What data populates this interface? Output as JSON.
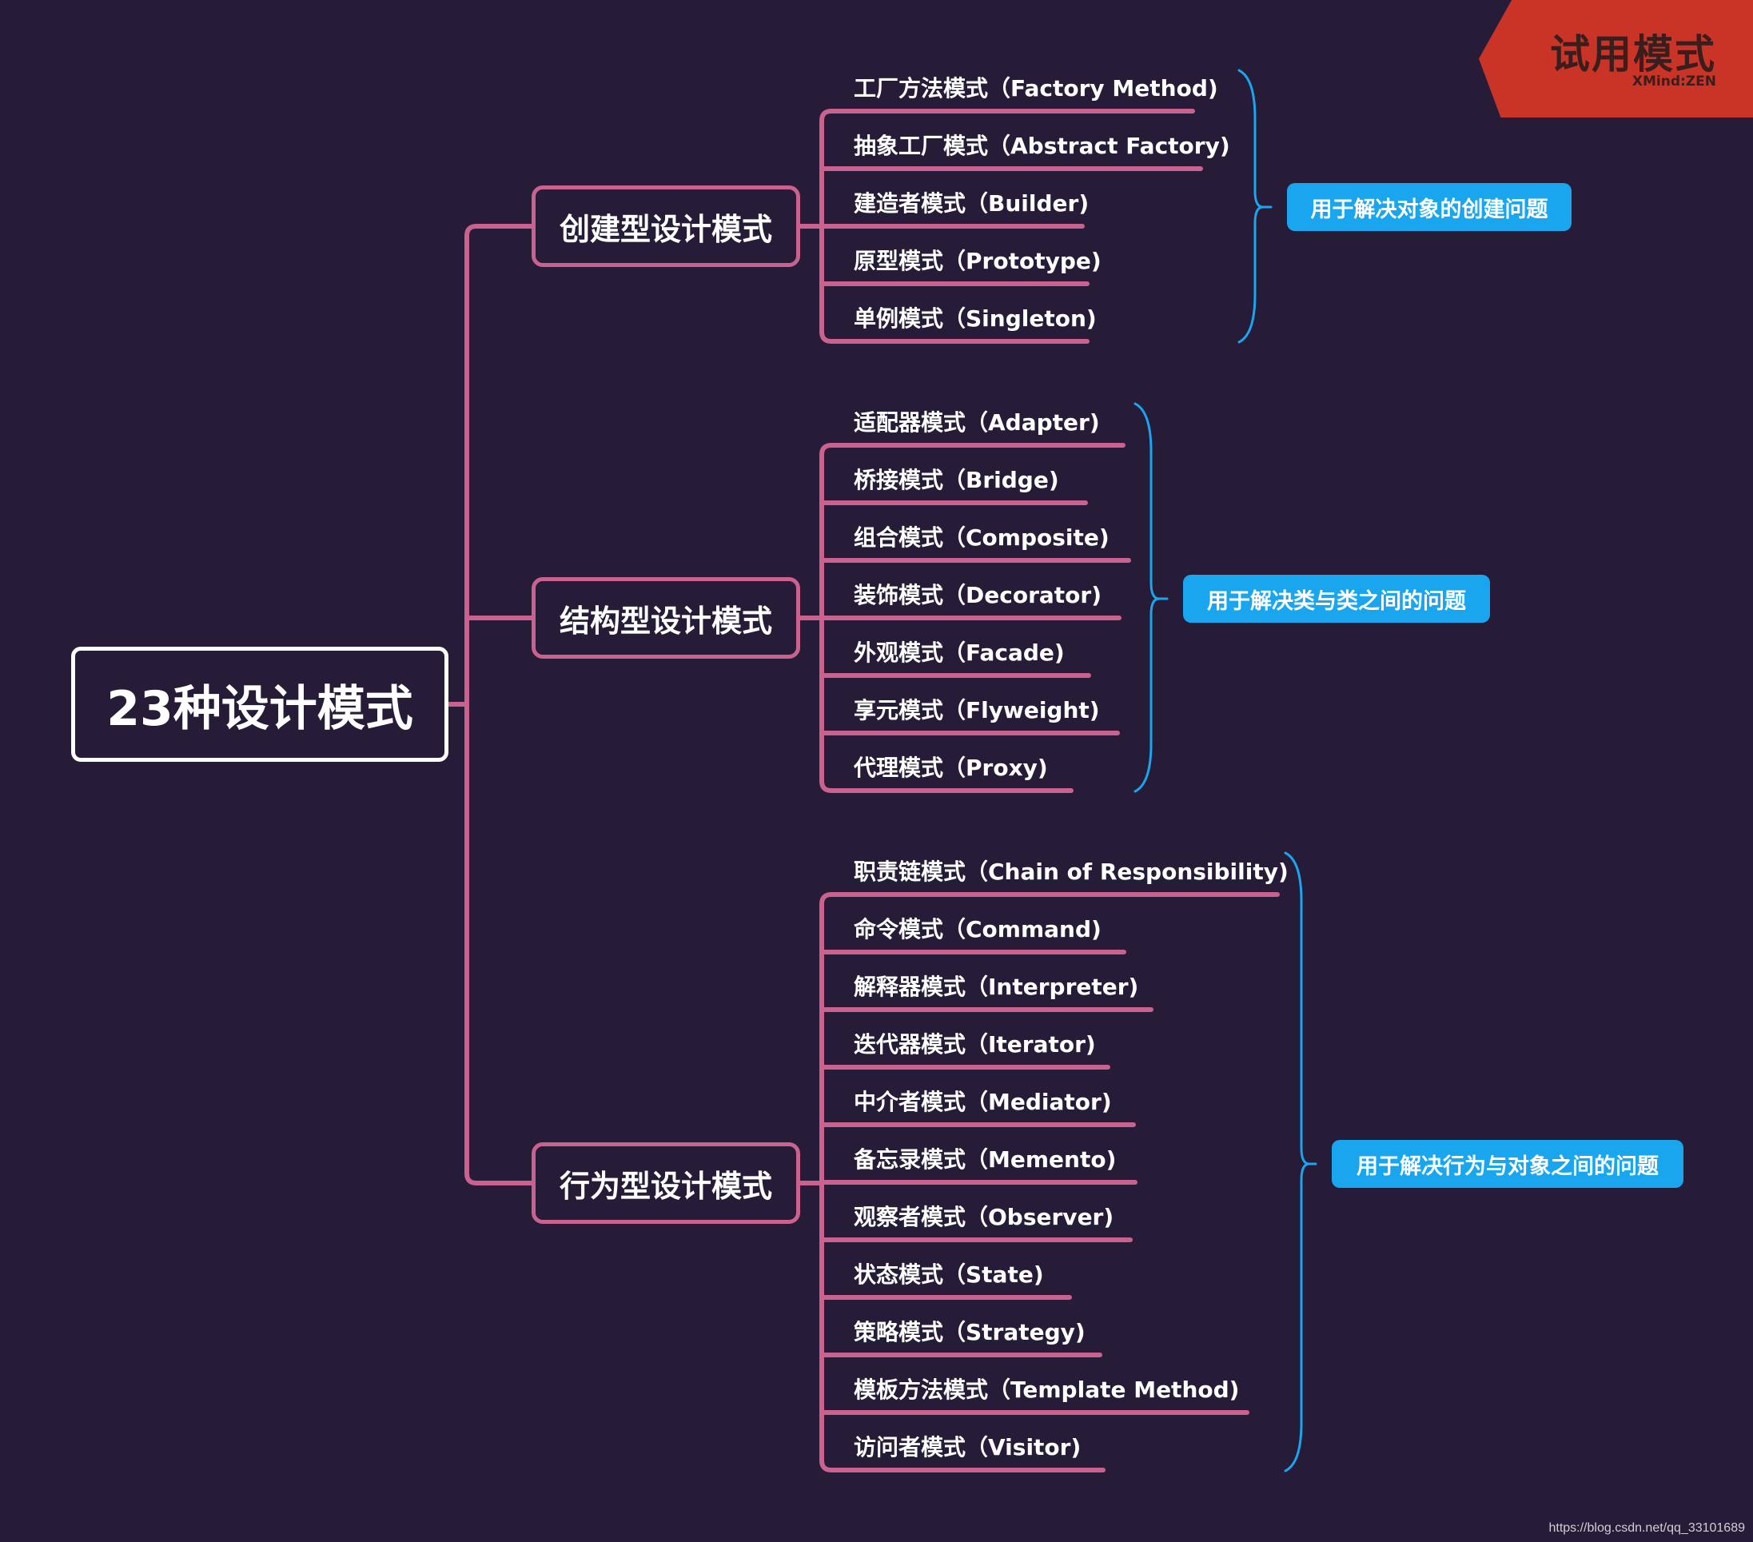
{
  "root": {
    "label": "23种设计模式"
  },
  "categories": [
    {
      "label": "创建型设计模式",
      "summary": "用于解决对象的创建问题",
      "items": [
        "工厂方法模式（Factory Method)",
        "抽象工厂模式（Abstract Factory)",
        "建造者模式（Builder)",
        "原型模式（Prototype)",
        "单例模式（Singleton)"
      ]
    },
    {
      "label": "结构型设计模式",
      "summary": "用于解决类与类之间的问题",
      "items": [
        "适配器模式（Adapter)",
        "桥接模式（Bridge)",
        "组合模式（Composite)",
        "装饰模式（Decorator)",
        "外观模式（Facade)",
        "享元模式（Flyweight)",
        "代理模式（Proxy)"
      ]
    },
    {
      "label": "行为型设计模式",
      "summary": "用于解决行为与对象之间的问题",
      "items": [
        "职责链模式（Chain of Responsibility)",
        "命令模式（Command)",
        "解释器模式（Interpreter)",
        "迭代器模式（Iterator)",
        "中介者模式（Mediator)",
        "备忘录模式（Memento)",
        "观察者模式（Observer)",
        "状态模式（State)",
        "策略模式（Strategy)",
        "模板方法模式（Template Method)",
        "访问者模式（Visitor)"
      ]
    }
  ],
  "trial": {
    "title": "试用模式",
    "brand": "XMind:ZEN"
  },
  "watermark": "https://blog.csdn.net/qq_33101689",
  "colors": {
    "background": "#261c38",
    "branch": "#c9628f",
    "summary": "#1aa6ee",
    "ribbon": "#c93426",
    "text": "#ffffff"
  }
}
